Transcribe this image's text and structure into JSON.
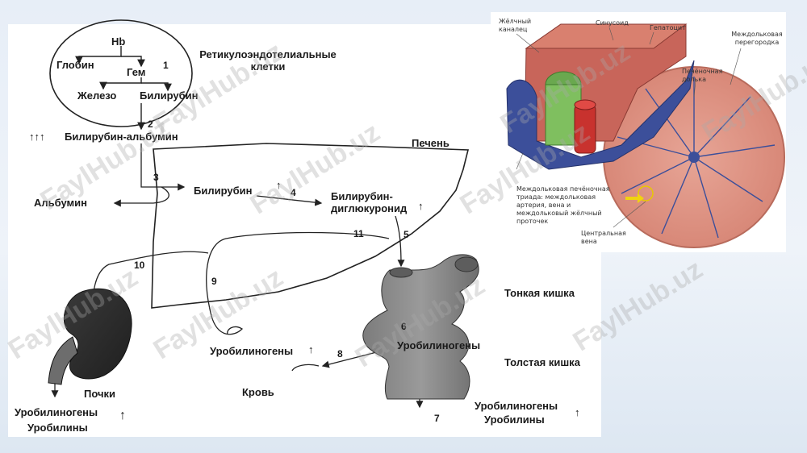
{
  "diagram": {
    "hb": "Hb",
    "globin": "Глобин",
    "heme": "Гем",
    "iron": "Железо",
    "bilirubin_top": "Билирубин",
    "reticulo": "Ретикулоэндотелиальные клетки",
    "bilirubin_albumin": "Билирубин-альбумин",
    "up_arrows": "↑↑↑",
    "liver": "Печень",
    "albumin": "Альбумин",
    "bilirubin_liver": "Билирубин",
    "bilirubin_diglucuronide": "Билирубин-диглюкуронид",
    "small_intestine": "Тонкая кишка",
    "large_intestine": "Толстая кишка",
    "urobilinogens_gut": "Уробилиногены",
    "urobilinogens_blood": "Уробилиногены",
    "blood": "Кровь",
    "kidneys": "Почки",
    "urine_urobilinogens": "Уробилиногены",
    "urine_urobilins": "Уробилины",
    "stool_urobilinogens": "Уробилиногены",
    "stool_urobilins": "Уробилины",
    "up_arrow": "↑",
    "steps": [
      "1",
      "2",
      "3",
      "4",
      "5",
      "6",
      "7",
      "8",
      "9",
      "10",
      "11"
    ]
  },
  "liver_structure": {
    "bile_canaliculus": "Жёлчный каналец",
    "sinusoid": "Синусоид",
    "hepatocyte": "Гепатоцит",
    "interlobular_septum": "Междольковая перегородка",
    "hepatic_lobule": "Печёночная долька",
    "portal_triad": "Междольковая печёночная триада: междольковая артерия, вена и междольковый жёлчный проточек",
    "central_vein": "Центральная вена"
  },
  "watermark": "FaylHub.uz",
  "colors": {
    "background": "#e7eef7",
    "artery": "#c8322e",
    "vein": "#3c4f9a",
    "bile": "#6aa84f",
    "tissue": "#d98a78",
    "organ_gray": "#8a8a8a"
  }
}
